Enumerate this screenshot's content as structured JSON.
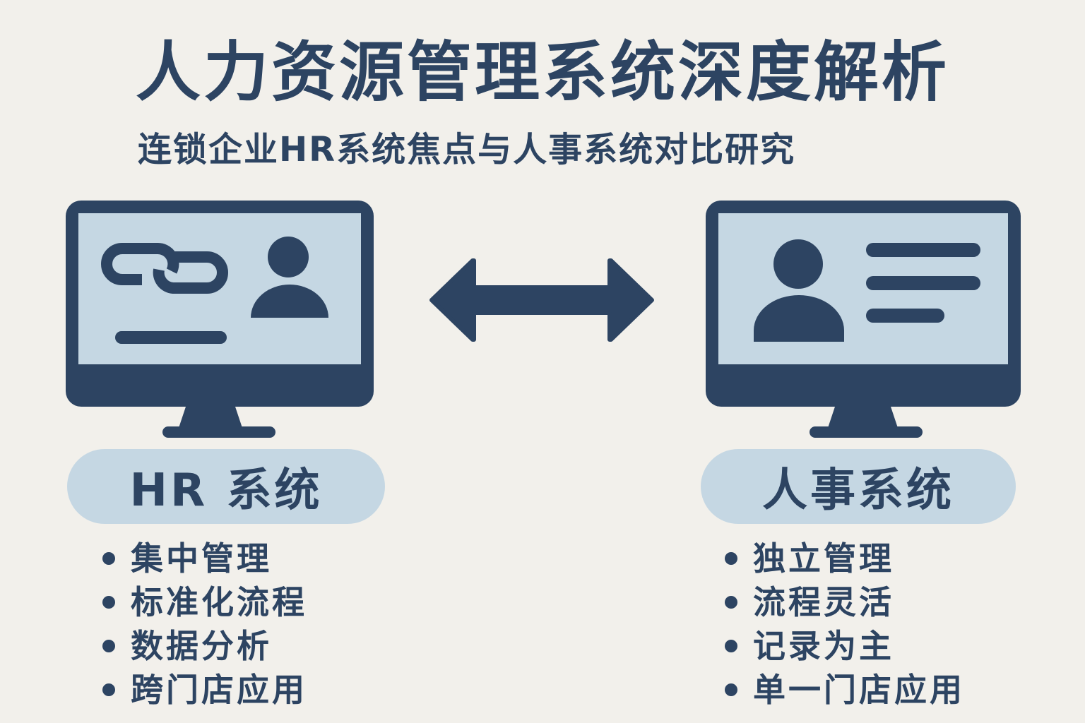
{
  "header": {
    "title": "人力资源管理系统深度解析",
    "subtitle": "连锁企业HR系统焦点与人事系统对比研究"
  },
  "colors": {
    "background": "#f2f0eb",
    "primary_dark": "#2d4462",
    "light_blue": "#c5d7e3"
  },
  "left_panel": {
    "icon": "monitor-chain-user-icon",
    "label": "HR 系统",
    "features": [
      "集中管理",
      "标准化流程",
      "数据分析",
      "跨门店应用"
    ]
  },
  "connector": {
    "icon": "double-arrow-icon"
  },
  "right_panel": {
    "icon": "monitor-user-profile-icon",
    "label": "人事系统",
    "features": [
      "独立管理",
      "流程灵活",
      "记录为主",
      "单一门店应用"
    ]
  }
}
